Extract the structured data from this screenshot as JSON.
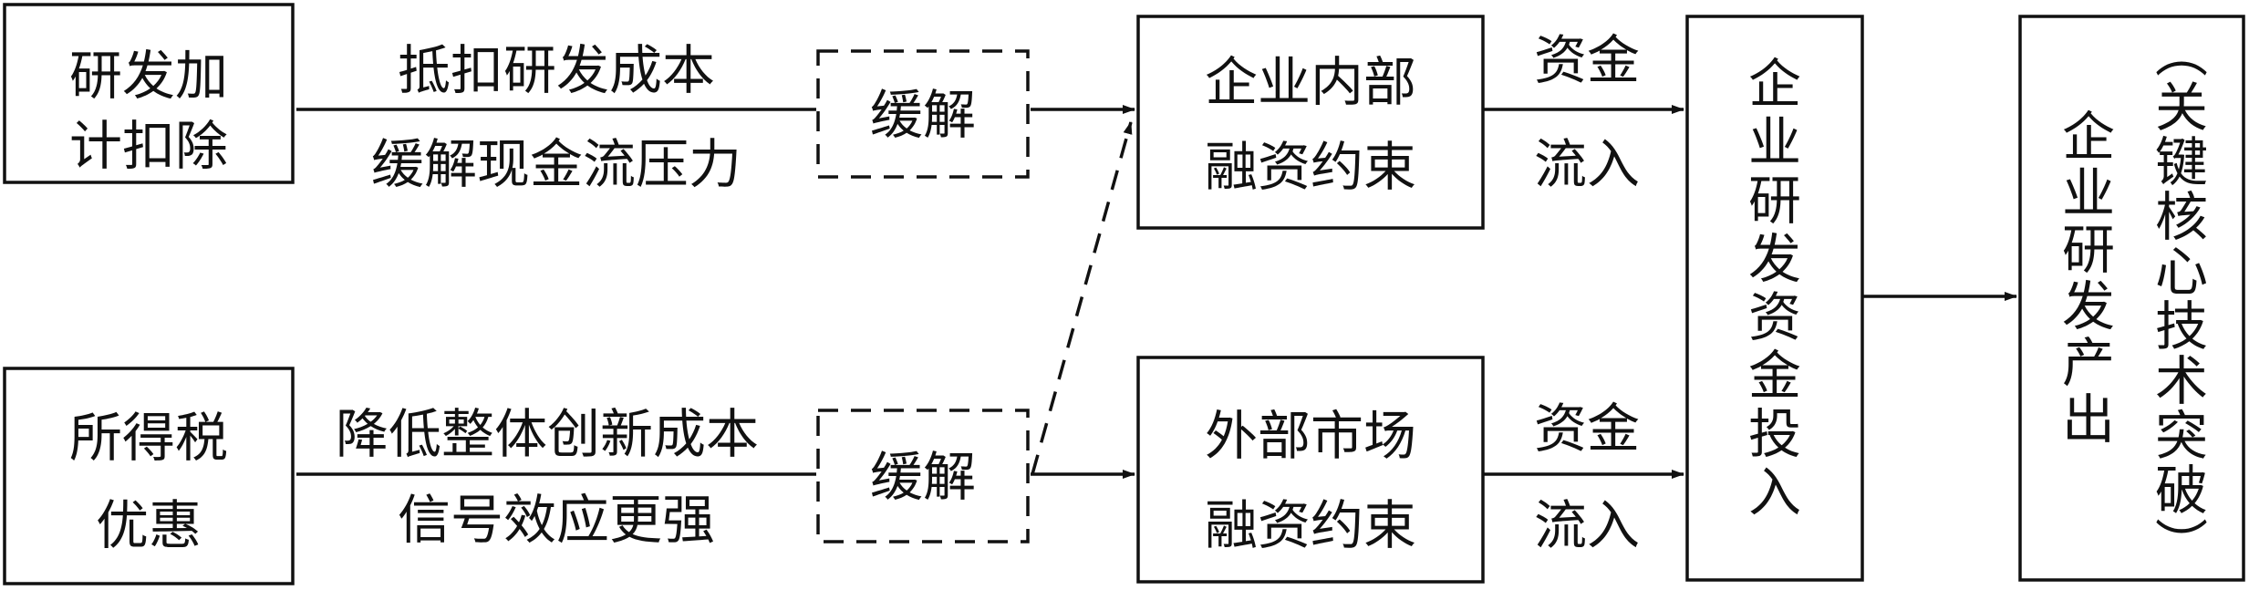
{
  "nodes": {
    "rd_deduction": {
      "lines": [
        "研发加",
        "计扣除"
      ]
    },
    "income_tax": {
      "lines": [
        "所得税",
        "优惠"
      ]
    },
    "relieve_top": {
      "label": "缓解"
    },
    "relieve_bottom": {
      "label": "缓解"
    },
    "internal_constraint": {
      "lines": [
        "企业内部",
        "融资约束"
      ]
    },
    "external_constraint": {
      "lines": [
        "外部市场",
        "融资约束"
      ]
    },
    "rd_investment": {
      "chars": [
        "企",
        "业",
        "研",
        "发",
        "资",
        "金",
        "投",
        "入"
      ]
    },
    "rd_output": {
      "col1": [
        "企",
        "业",
        "研",
        "发",
        "产",
        "出"
      ],
      "col2": [
        "︵",
        "关",
        "键",
        "核",
        "心",
        "技",
        "术",
        "突",
        "破",
        "︶"
      ]
    }
  },
  "edges": {
    "top_effect": [
      "抵扣研发成本",
      "缓解现金流压力"
    ],
    "bottom_effect": [
      "降低整体创新成本",
      "信号效应更强"
    ],
    "fund_inflow_top": [
      "资金",
      "流入"
    ],
    "fund_inflow_bottom": [
      "资金",
      "流入"
    ]
  },
  "colors": {
    "stroke": "#111111",
    "background": "#ffffff"
  }
}
